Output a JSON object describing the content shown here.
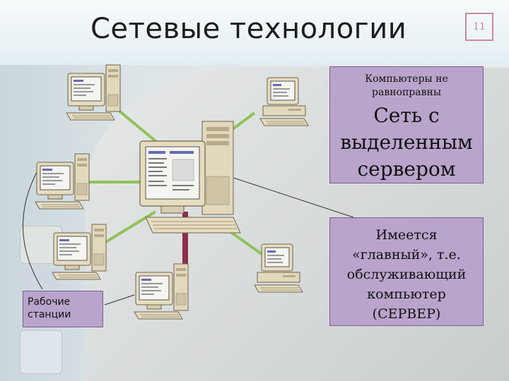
{
  "slide": {
    "title": "Сетевые технологии",
    "number": "11"
  },
  "boxes": {
    "server_note_small": [
      "Компьютеры не",
      "равноправны"
    ],
    "server_note_big": [
      "Сеть с",
      "выделенным",
      "сервером"
    ],
    "server_desc": [
      "Имеется",
      "«главный», т.е.",
      "обслуживающий",
      "компьютер",
      "(СЕРВЕР)"
    ],
    "workstations": [
      "Рабочие",
      "станции"
    ]
  },
  "icons": [
    "server-computer-icon",
    "workstation-computer-icon"
  ],
  "colors": {
    "link_green": "#8fc35a",
    "link_maroon": "#8c2f4a",
    "box_fill": "#b9a4cc",
    "box_border": "#7e5c95"
  }
}
